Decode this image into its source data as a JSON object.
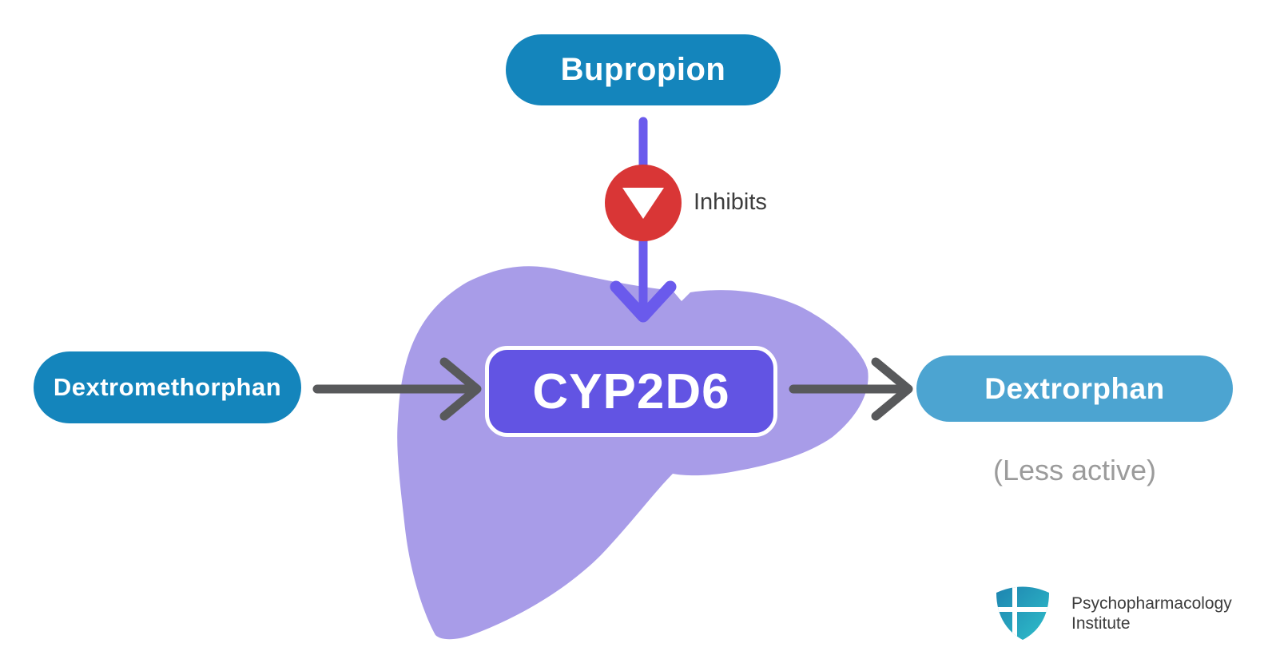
{
  "diagram": {
    "inhibitor_label": "Bupropion",
    "inhibits_label": "Inhibits",
    "substrate_label": "Dextromethorphan",
    "enzyme_label": "CYP2D6",
    "product_label": "Dextrorphan",
    "product_note": "(Less active)"
  },
  "branding": {
    "org_line1": "Psychopharmacology",
    "org_line2": "Institute"
  },
  "icons": {
    "liver-icon": "purple liver silhouette",
    "inhibit-icon": "white down-triangle inside red circle",
    "inhibit-arrow-icon": "purple downward arrow",
    "flow-arrow-left-icon": "gray rightward arrow",
    "flow-arrow-right-icon": "gray rightward arrow",
    "logo-shield-icon": "teal shield with white cross"
  },
  "colors": {
    "drug_pill_blue": "#1485BC",
    "product_pill_blue": "#4CA4D1",
    "enzyme_purple": "#6254E3",
    "liver_purple": "#A89CE8",
    "inhibit_arrow_purple": "#6A5AEC",
    "inhibit_circle_red": "#D93636",
    "flow_arrow_gray": "#58595B",
    "inhibits_text": "#3D3D3D",
    "note_gray": "#9B9B9B",
    "logo_text": "#3D3D3D",
    "logo_gradient_start": "#1E84B0",
    "logo_gradient_end": "#2FBFCA",
    "background": "#FFFFFF"
  }
}
